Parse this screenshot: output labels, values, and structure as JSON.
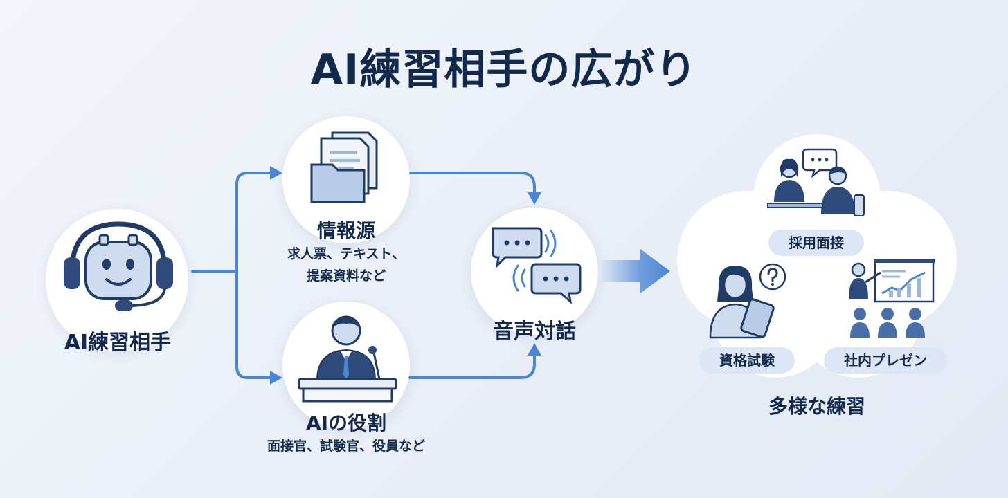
{
  "title": "AI練習相手の広がり",
  "nodes": {
    "ai_partner": {
      "label": "AI練習相手"
    },
    "info_source": {
      "label": "情報源",
      "sub_line1": "求人票、テキスト、",
      "sub_line2": "提案資料など"
    },
    "ai_role": {
      "label": "AIの役割",
      "sub": "面接官、試験官、役員など"
    },
    "voice_dialog": {
      "label": "音声対話"
    },
    "diverse_practice": {
      "label": "多様な練習",
      "items": [
        "採用面接",
        "資格試験",
        "社内プレゼン"
      ]
    }
  },
  "colors": {
    "navy": "#13294b",
    "accent_blue": "#4a86d4",
    "icon_fill": "#cfdcf0",
    "icon_dark": "#2d4a7a",
    "pill_bg": "#dde6f4"
  },
  "icons": [
    "headset-robot-icon",
    "documents-folder-icon",
    "interviewer-podium-icon",
    "chat-bubbles-icon",
    "interview-scene-icon",
    "tablet-question-icon",
    "presentation-audience-icon"
  ]
}
